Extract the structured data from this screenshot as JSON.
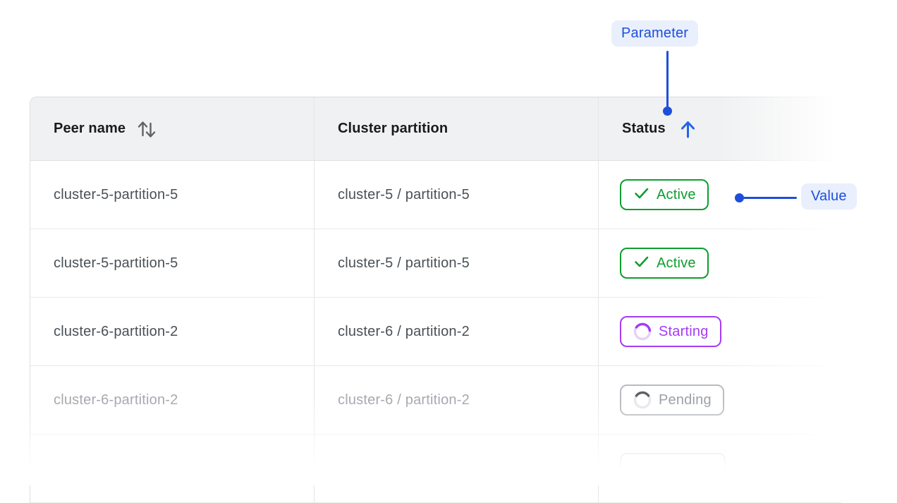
{
  "annotations": {
    "parameter_label": "Parameter",
    "value_label": "Value"
  },
  "table": {
    "columns": [
      {
        "label": "Peer name",
        "sort_state": "sortable"
      },
      {
        "label": "Cluster partition",
        "sort_state": "none"
      },
      {
        "label": "Status",
        "sort_state": "ascending"
      }
    ],
    "rows": [
      {
        "peer_name": "cluster-5-partition-5",
        "cluster_partition": "cluster-5 / partition-5",
        "status_label": "Active",
        "status_type": "active"
      },
      {
        "peer_name": "cluster-5-partition-5",
        "cluster_partition": "cluster-5 / partition-5",
        "status_label": "Active",
        "status_type": "active"
      },
      {
        "peer_name": "cluster-6-partition-2",
        "cluster_partition": "cluster-6 / partition-2",
        "status_label": "Starting",
        "status_type": "starting"
      },
      {
        "peer_name": "cluster-6-partition-2",
        "cluster_partition": "cluster-6 / partition-2",
        "status_label": "Pending",
        "status_type": "pending"
      },
      {
        "peer_name": "",
        "cluster_partition": "",
        "status_label": "",
        "status_type": "ghost"
      }
    ]
  },
  "icons": {
    "peer_name_sort": "sort-arrows-icon",
    "status_sort": "arrow-up-icon",
    "active": "check-icon",
    "starting": "spinner-icon",
    "pending": "spinner-icon"
  },
  "colors": {
    "annotation_blue": "#1d4fdb",
    "annotation_chip_bg": "#e9effc",
    "sort_asc_blue": "#2563eb",
    "active_green": "#0d9e2e",
    "starting_purple": "#a43bf5",
    "pending_gray": "#9ba0a7",
    "header_bg": "#f0f1f2",
    "header_text": "#1a1b1e",
    "cell_text": "#4a5056",
    "faded_cell_text": "#a5a9af",
    "row_border": "#e8e9eb"
  }
}
